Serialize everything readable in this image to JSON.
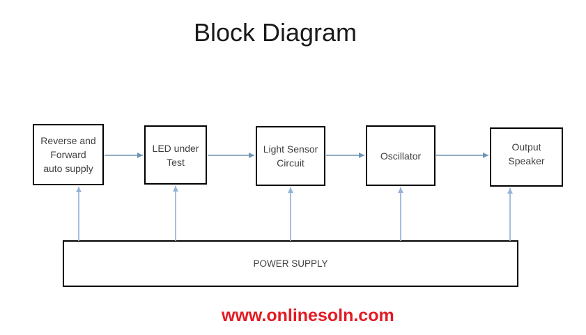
{
  "page": {
    "title": "Block Diagram"
  },
  "diagram": {
    "blocks": [
      {
        "id": "reverse-forward-auto-supply",
        "label": "Reverse and\nForward\nauto supply"
      },
      {
        "id": "led-under-test",
        "label": "LED under\nTest"
      },
      {
        "id": "light-sensor-circuit",
        "label": "Light Sensor\nCircuit"
      },
      {
        "id": "oscillator",
        "label": "Oscillator"
      },
      {
        "id": "output-speaker",
        "label": "Output\nSpeaker"
      },
      {
        "id": "power-supply",
        "label": "POWER SUPPLY"
      }
    ],
    "connections": [
      {
        "from": "reverse-forward-auto-supply",
        "to": "led-under-test",
        "direction": "right"
      },
      {
        "from": "led-under-test",
        "to": "light-sensor-circuit",
        "direction": "right"
      },
      {
        "from": "light-sensor-circuit",
        "to": "oscillator",
        "direction": "right"
      },
      {
        "from": "oscillator",
        "to": "output-speaker",
        "direction": "right"
      },
      {
        "from": "power-supply",
        "to": "reverse-forward-auto-supply",
        "direction": "up"
      },
      {
        "from": "power-supply",
        "to": "led-under-test",
        "direction": "up"
      },
      {
        "from": "power-supply",
        "to": "light-sensor-circuit",
        "direction": "up"
      },
      {
        "from": "power-supply",
        "to": "oscillator",
        "direction": "up"
      },
      {
        "from": "power-supply",
        "to": "output-speaker",
        "direction": "up"
      }
    ]
  },
  "footer": {
    "website": "www.onlinesoln.com"
  },
  "colors": {
    "arrow_horizontal": "#6e93b4",
    "arrow_vertical": "#95b3d7",
    "box_border": "#000000",
    "box_text": "#3f3f3f",
    "title_text": "#1a1a1a",
    "footer_red": "#e21b23",
    "background": "#ffffff"
  }
}
